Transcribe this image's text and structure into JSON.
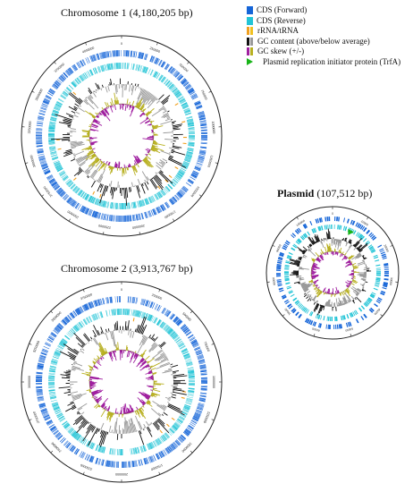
{
  "chromosome1": {
    "name": "Chromosome  1",
    "size": "(4,180,205 bp)",
    "ticks": [
      "0",
      "250000",
      "500000",
      "750000",
      "1000000",
      "1250000",
      "1500000",
      "1750000",
      "2000000",
      "2250000",
      "2500000",
      "2750000",
      "3000000",
      "3250000",
      "3500000",
      "3750000",
      "4000000"
    ]
  },
  "chromosome2": {
    "name": "Chromosome  2",
    "size": "(3,913,767 bp)",
    "ticks": [
      "0",
      "250000",
      "500000",
      "750000",
      "1000000",
      "1250000",
      "1500000",
      "1750000",
      "2000000",
      "2250000",
      "2500000",
      "2750000",
      "3000000",
      "3250000",
      "3500000",
      "3750000"
    ]
  },
  "plasmid": {
    "name": "Plasmid",
    "size": "(107,512 bp)",
    "ticks": [
      "0",
      "10000",
      "20000",
      "30000",
      "40000",
      "50000",
      "60000",
      "70000",
      "80000",
      "90000",
      "100000"
    ]
  },
  "legend": {
    "cds_forward": "CDS (Forward)",
    "cds_reverse": "CDS (Reverse)",
    "rrna_trna": "rRNA/tRNA",
    "gc_content": "GC content (above/below average)",
    "gc_skew": "GC skew (+/-)",
    "plasmid_rep": "Plasmid replication initiator protein (TrfA)"
  },
  "colors": {
    "cds_forward": "#1565d8",
    "cds_reverse": "#22c4d6",
    "rrna_trna": "#f0a020",
    "gc_content_above": "#111111",
    "gc_content_below": "#9a9a9a",
    "gc_skew_plus": "#b8b020",
    "gc_skew_minus": "#a020a0",
    "trfa": "#18b418"
  }
}
